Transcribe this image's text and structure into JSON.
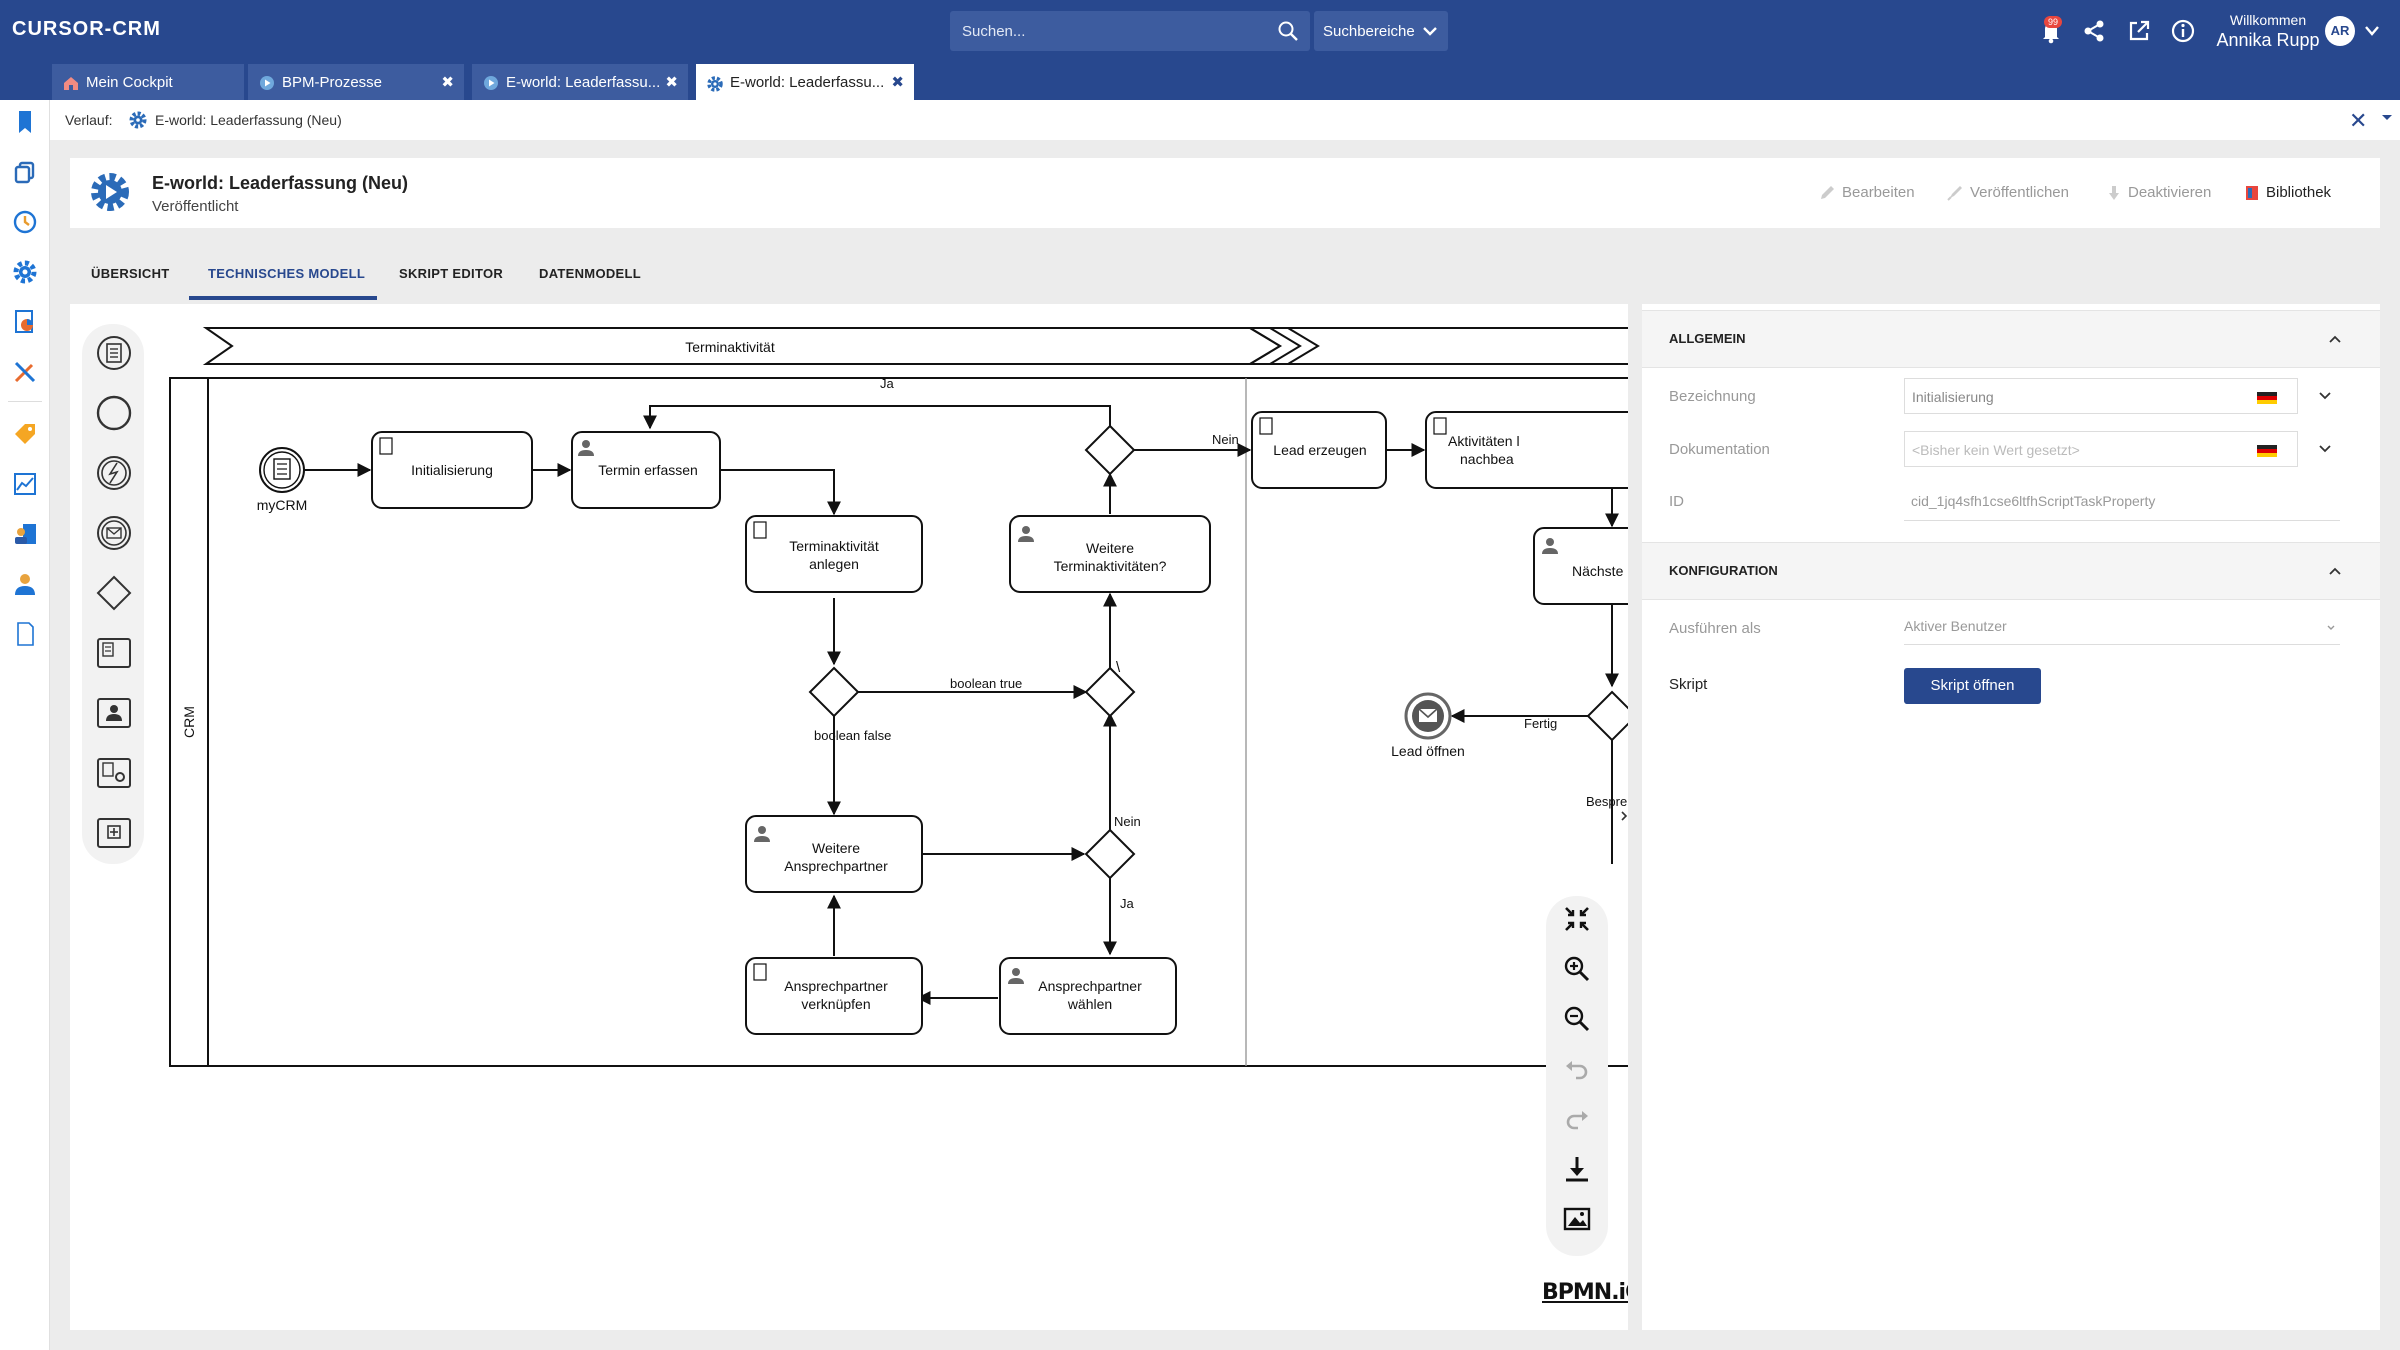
{
  "app": {
    "logo": "CURSOR-CRM",
    "search_placeholder": "Suchen...",
    "search_areas_label": "Suchbereiche",
    "notification_count": "99",
    "welcome_line1": "Willkommen",
    "welcome_line2": "Annika Rupp",
    "avatar_initials": "AR",
    "brand_color": "#28488e"
  },
  "tabs": [
    {
      "label": "Mein Cockpit",
      "icon": "home-icon"
    },
    {
      "label": "BPM-Prozesse",
      "icon": "play-icon"
    },
    {
      "label": "E-world: Leaderfassu...",
      "icon": "play-icon"
    },
    {
      "label": "E-world: Leaderfassu...",
      "icon": "gear-icon"
    }
  ],
  "breadcrumb": {
    "label": "Verlauf:",
    "value": "E-world: Leaderfassung (Neu)"
  },
  "header": {
    "title": "E-world: Leaderfassung (Neu)",
    "status": "Veröffentlicht",
    "actions": {
      "edit": "Bearbeiten",
      "publish": "Veröffentlichen",
      "deactivate": "Deaktivieren",
      "library": "Bibliothek"
    }
  },
  "view_tabs": [
    "ÜBERSICHT",
    "TECHNISCHES MODELL",
    "SKRIPT EDITOR",
    "DATENMODELL"
  ],
  "diagram": {
    "phase1": "Terminaktivität",
    "lane": "CRM",
    "tasks": {
      "start": "myCRM",
      "init": "Initialisierung",
      "termin_erfassen": "Termin erfassen",
      "termin_anlegen_1": "Terminaktivität",
      "termin_anlegen_2": "anlegen",
      "weitere_termin_1": "Weitere",
      "weitere_termin_2": "Terminaktivitäten?",
      "weitere_ap_1": "Weitere",
      "weitere_ap_2": "Ansprechpartner",
      "ap_verknuepfen_1": "Ansprechpartner",
      "ap_verknuepfen_2": "verknüpfen",
      "ap_waehlen_1": "Ansprechpartner",
      "ap_waehlen_2": "wählen",
      "lead_erzeugen": "Lead erzeugen",
      "aktivitaeten_1": "Aktivitäten l",
      "aktivitaeten_2": "nachbea",
      "naechste": "Nächste",
      "lead_oeffnen": "Lead öffnen"
    },
    "flows": {
      "ja_top": "Ja",
      "nein_top": "Nein",
      "boolean_true": "boolean true",
      "boolean_false": "boolean false",
      "nein_mid": "Nein",
      "ja_mid": "Ja",
      "fertig": "Fertig",
      "bespr": "Bespre",
      "backslash": "\\"
    }
  },
  "watermark": "BPMN.iO",
  "panel": {
    "general_title": "ALLGEMEIN",
    "bezeichnung_label": "Bezeichnung",
    "bezeichnung_value": "Initialisierung",
    "dokumentation_label": "Dokumentation",
    "dokumentation_placeholder": "<Bisher kein Wert gesetzt>",
    "id_label": "ID",
    "id_value": "cid_1jq4sfh1cse6ltfhScriptTaskProperty",
    "config_title": "KONFIGURATION",
    "ausfuehren_label": "Ausführen als",
    "ausfuehren_value": "Aktiver Benutzer",
    "skript_label": "Skript",
    "skript_button": "Skript öffnen"
  }
}
